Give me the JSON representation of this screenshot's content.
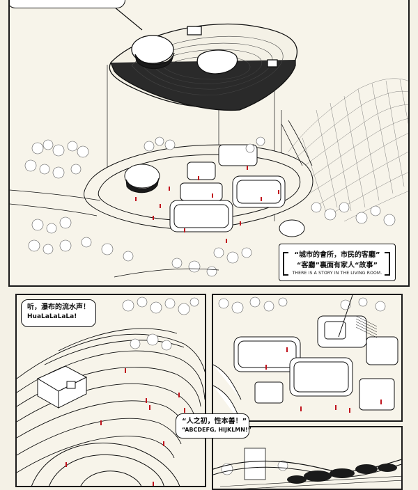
{
  "panels": {
    "top": {
      "bubble_top": {
        "text": ""
      },
      "caption": {
        "line1": "“城市的會所，市民的客廳”",
        "line2": "“客廳”裏面有家人“故事”",
        "line3": "THERE IS A STORY IN THE LIVING ROOM."
      }
    },
    "middle_left": {
      "bubble": {
        "line1": "听，瀑布的流水声！",
        "line2": "HuaLaLaLaLa!"
      }
    },
    "bottom_left": {
      "bubble": {
        "line1": "“人之初，性本善！”",
        "line2": "“ABCDEFG, HIJKLMN!”"
      }
    }
  },
  "colors": {
    "paper": "#f4f1e6",
    "ink": "#1a1a1a",
    "accent_red": "#c0121c"
  },
  "icons": [
    "person-figure-icon",
    "tree-icon",
    "mesh-terrain-icon"
  ]
}
